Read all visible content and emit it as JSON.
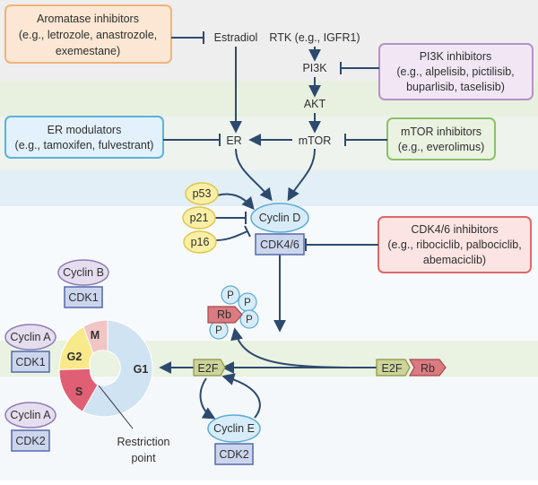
{
  "colors": {
    "band_gray": "#eeeeef",
    "band_green": "#e9f2e2",
    "band_blue": "#e3eff7",
    "arrow": "#2d4a6e",
    "aromatase_fill": "#fbe7d3",
    "aromatase_stroke": "#efb37c",
    "pi3k_fill": "#f1e7f4",
    "pi3k_stroke": "#b98fc7",
    "er_mod_fill": "#e2f1fb",
    "er_mod_stroke": "#5ab2dc",
    "mtor_fill": "#eaf3e2",
    "mtor_stroke": "#8cc06a",
    "cdk46_inh_fill": "#fbe4e2",
    "cdk46_inh_stroke": "#e0676a",
    "yellow_fill": "#fbefa6",
    "yellow_stroke": "#e0c64e",
    "cyclin_blue_fill": "#d7ecf8",
    "cyclin_blue_stroke": "#5aaad6",
    "cdk_fill": "#cbd6ee",
    "cdk_stroke": "#5468a8",
    "cyclin_lav_fill": "#e5deef",
    "cyclin_lav_stroke": "#8d7db8",
    "e2f_fill": "#cdd39a",
    "e2f_stroke": "#8b9544",
    "rb_fill": "#d97b80",
    "rb_stroke": "#a9464c",
    "g1_fill": "#cfe3f3",
    "g2_fill": "#f8e98b",
    "m_fill": "#f2c5c5",
    "s_fill": "#e05f74"
  },
  "inhibitors": {
    "aromatase": [
      "Aromatase inhibitors",
      "(e.g., letrozole, anastrozole,",
      "exemestane)"
    ],
    "pi3k": [
      "PI3K inhibitors",
      "(e.g., alpelisib, pictilisib,",
      "buparlisib, taselisib)"
    ],
    "er_modulators": [
      "ER modulators",
      "(e.g., tamoxifen, fulvestrant)"
    ],
    "mtor": [
      "mTOR inhibitors",
      "(e.g., everolimus)"
    ],
    "cdk46": [
      "CDK4/6 inhibitors",
      "(e.g., ribociclib, palbociclib,",
      "abemaciclib)"
    ]
  },
  "pathway": {
    "estradiol": "Estradiol",
    "rtk": "RTK (e.g., IGFR1)",
    "pi3k": "PI3K",
    "akt": "AKT",
    "er": "ER",
    "mtor": "mTOR"
  },
  "complex": {
    "p53": "p53",
    "p21": "p21",
    "p16": "p16",
    "cyclin_d": "Cyclin D",
    "cdk46": "CDK4/6"
  },
  "rb_cluster": {
    "rb": "Rb",
    "p": "P"
  },
  "cell_cycle": {
    "g1": "G1",
    "s": "S",
    "g2": "G2",
    "m": "M",
    "restriction_point": [
      "Restriction",
      "point"
    ]
  },
  "cyclins": {
    "cyclin_b": "Cyclin B",
    "cdk1_b": "CDK1",
    "cyclin_a1": "Cyclin A",
    "cdk1_a": "CDK1",
    "cyclin_a2": "Cyclin A",
    "cdk2_a": "CDK2",
    "cyclin_e": "Cyclin E",
    "cdk2_e": "CDK2"
  },
  "e2f": {
    "e2f_left": "E2F",
    "e2f_right": "E2F",
    "rb_right": "Rb"
  }
}
